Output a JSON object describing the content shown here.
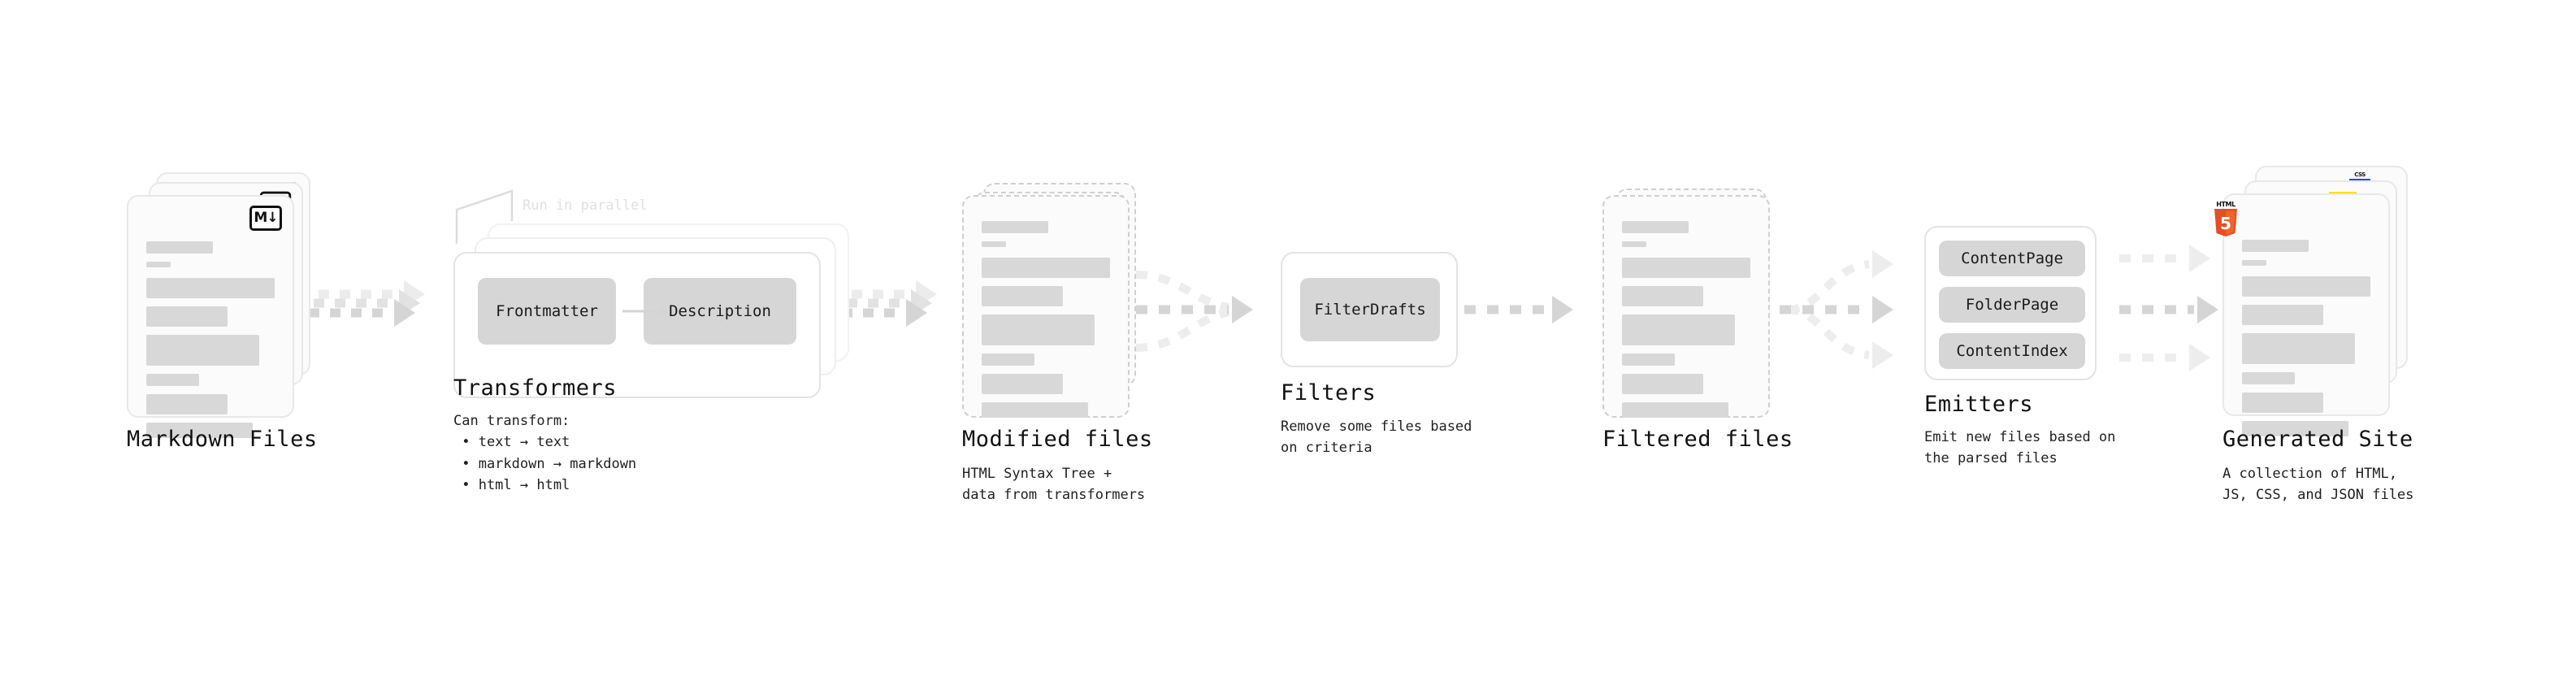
{
  "diagram": {
    "stages": [
      {
        "id": "markdown-files",
        "title": "Markdown Files",
        "subtitle": "",
        "badge": "markdown-badge",
        "badge_text": "M↓"
      },
      {
        "id": "transformers",
        "title": "Transformers",
        "subtitle": "Can transform:\n • text → text\n • markdown → markdown\n • html → html",
        "parallel_label": "Run in parallel",
        "chips": [
          "Frontmatter",
          "Description"
        ]
      },
      {
        "id": "modified-files",
        "title": "Modified files",
        "subtitle": "HTML Syntax Tree +\ndata from transformers"
      },
      {
        "id": "filters",
        "title": "Filters",
        "subtitle": "Remove some files based\non criteria",
        "chips": [
          "FilterDrafts"
        ]
      },
      {
        "id": "filtered-files",
        "title": "Filtered files",
        "subtitle": ""
      },
      {
        "id": "emitters",
        "title": "Emitters",
        "subtitle": "Emit new files based on\nthe parsed files",
        "chips": [
          "ContentPage",
          "FolderPage",
          "ContentIndex"
        ]
      },
      {
        "id": "generated-site",
        "title": "Generated Site",
        "subtitle": "A collection of HTML,\nJS, CSS, and JSON files",
        "badges": [
          "css-badge",
          "js-badge",
          "html5-badge"
        ],
        "html5_label": "HTML",
        "html5_digit": "5",
        "css_label": "CSS"
      }
    ],
    "colors": {
      "background": "#ffffff",
      "card_fill": "#fbfbfb",
      "card_border": "#e8e8e8",
      "dashed_border": "#cfcfcf",
      "skeleton": "#d8d8d8",
      "chip_fill": "#d6d6d6",
      "arrow": "#d5d5d5",
      "text": "#1a1a1a",
      "muted_label": "#e0e0e0",
      "html5_orange": "#e34f26",
      "js_yellow": "#f7df1e",
      "css_blue": "#264de4"
    }
  }
}
